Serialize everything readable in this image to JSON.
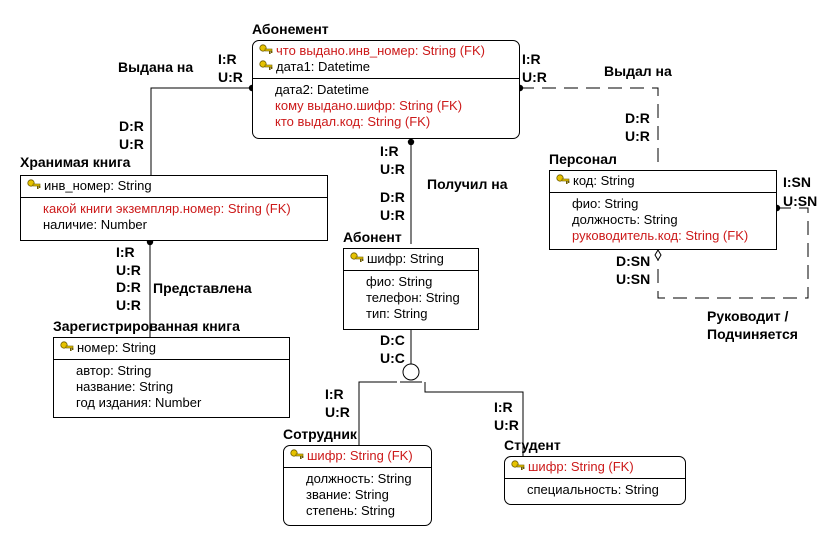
{
  "entities": {
    "abonement": {
      "title": "Абонемент",
      "keys": [
        {
          "text": "что выдано.инв_номер: String (FK)",
          "fk": true
        },
        {
          "text": "дата1: Datetime",
          "fk": false
        }
      ],
      "attrs": [
        {
          "text": "дата2: Datetime",
          "fk": false
        },
        {
          "text": "кому выдано.шифр: String (FK)",
          "fk": true
        },
        {
          "text": "кто выдал.код: String (FK)",
          "fk": true
        }
      ]
    },
    "khranimaya": {
      "title": "Хранимая книга",
      "keys": [
        {
          "text": "инв_номер: String",
          "fk": false
        }
      ],
      "attrs": [
        {
          "text": "какой книги экземпляр.номер: String (FK)",
          "fk": true
        },
        {
          "text": "наличие: Number",
          "fk": false
        }
      ]
    },
    "personal": {
      "title": "Персонал",
      "keys": [
        {
          "text": "код: String",
          "fk": false
        }
      ],
      "attrs": [
        {
          "text": "фио: String",
          "fk": false
        },
        {
          "text": "должность: String",
          "fk": false
        },
        {
          "text": "руководитель.код: String (FK)",
          "fk": true
        }
      ]
    },
    "abonent": {
      "title": "Абонент",
      "keys": [
        {
          "text": "шифр: String",
          "fk": false
        }
      ],
      "attrs": [
        {
          "text": "фио: String",
          "fk": false
        },
        {
          "text": "телефон: String",
          "fk": false
        },
        {
          "text": "тип: String",
          "fk": false
        }
      ]
    },
    "zaregistr": {
      "title": "Зарегистрированная книга",
      "keys": [
        {
          "text": "номер: String",
          "fk": false
        }
      ],
      "attrs": [
        {
          "text": "автор: String",
          "fk": false
        },
        {
          "text": "название: String",
          "fk": false
        },
        {
          "text": "год издания: Number",
          "fk": false
        }
      ]
    },
    "sotrudnik": {
      "title": "Сотрудник",
      "keys": [
        {
          "text": "шифр: String (FK)",
          "fk": true
        }
      ],
      "attrs": [
        {
          "text": "должность: String",
          "fk": false
        },
        {
          "text": "звание: String",
          "fk": false
        },
        {
          "text": "степень: String",
          "fk": false
        }
      ]
    },
    "student": {
      "title": "Студент",
      "keys": [
        {
          "text": "шифр: String (FK)",
          "fk": true
        }
      ],
      "attrs": [
        {
          "text": "специальность: String",
          "fk": false
        }
      ]
    }
  },
  "relationships": {
    "vydana_na": "Выдана на",
    "vydal_na": "Выдал на",
    "poluchil_na": "Получил на",
    "predstavlena": "Представлена",
    "rukovodit": "Руководит /\nПодчиняется"
  },
  "labels": {
    "abon_left_ir": "I:R",
    "abon_left_ur": "U:R",
    "abon_right_ir": "I:R",
    "abon_right_ur": "U:R",
    "khran_dr": "D:R",
    "khran_ur": "U:R",
    "pers_dr": "D:R",
    "pers_ur": "U:R",
    "abon_bottom_ir": "I:R",
    "abon_bottom_ur": "U:R",
    "abonent_top_dr": "D:R",
    "abonent_top_ur": "U:R",
    "khran_bottom_ir": "I:R",
    "khran_bottom_ur": "U:R",
    "zareg_dr": "D:R",
    "zareg_ur": "U:R",
    "pers_isn": "I:SN",
    "pers_usn": "U:SN",
    "pers_dsn": "D:SN",
    "pers_usn2": "U:SN",
    "sub_dc": "D:C",
    "sub_uc": "U:C",
    "sotr_ir": "I:R",
    "sotr_ur": "U:R",
    "stud_ir": "I:R",
    "stud_ur": "U:R"
  },
  "colors": {
    "fk": "#cc1a1a",
    "line": "#000000",
    "key_icon": "#e6c200"
  },
  "icons": {
    "key": "key-icon"
  }
}
